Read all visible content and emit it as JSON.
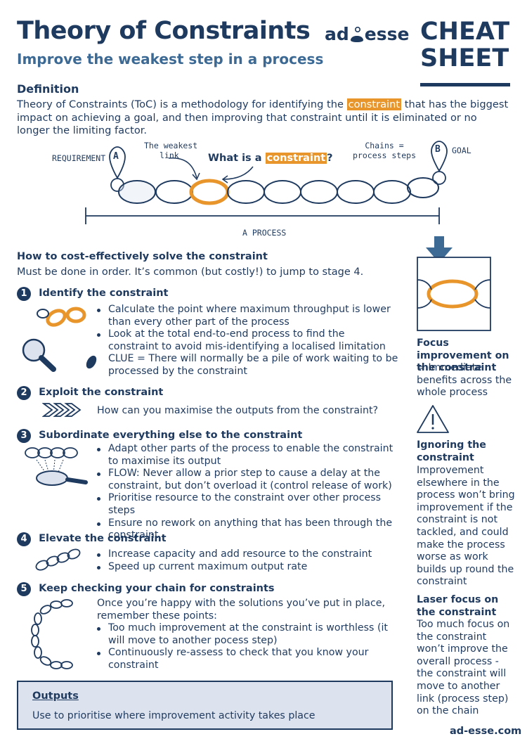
{
  "header": {
    "title": "Theory of Constraints",
    "subtitle": "Improve the weakest step in a process",
    "logo_left": "ad",
    "logo_right": "esse",
    "cheat_line1": "CHEAT",
    "cheat_line2": "SHEET"
  },
  "definition": {
    "heading": "Definition",
    "text_before": "Theory of Constraints (ToC) is a methodology for identifying the ",
    "highlight": "constraint",
    "text_after": " that has the biggest impact on achieving a goal, and then improving that constraint until it is eliminated or no longer the limiting factor."
  },
  "diagram": {
    "requirement": "REQUIREMENT",
    "point_a": "A",
    "point_b": "B",
    "goal": "GOAL",
    "weakest_link": [
      "The weakest",
      "link"
    ],
    "question_before": "What is a ",
    "question_highlight": "constraint",
    "question_after": "?",
    "chains": [
      "Chains =",
      "process steps"
    ],
    "process": "A PROCESS"
  },
  "solve": {
    "heading": "How to cost-effectively solve the constraint",
    "intro": "Must be done in order. It’s common (but costly!) to jump to stage 4."
  },
  "steps": [
    {
      "num": "1",
      "title": "Identify the constraint",
      "bullets": [
        "Calculate the point where maximum throughput is lower than every other part of the process",
        "Look at the total end-to-end process to find the constraint to avoid mis-identifying a localised limitation"
      ],
      "clue": "CLUE = There will normally be a pile of work waiting to be processed by the constraint"
    },
    {
      "num": "2",
      "title": "Exploit the constraint",
      "text": "How can you maximise the outputs from the constraint?"
    },
    {
      "num": "3",
      "title": "Subordinate everything else to the constraint",
      "bullets": [
        "Adapt other parts of the process to enable the constraint to maximise its output",
        "FLOW: Never allow a prior step to cause a delay at the constraint, but don’t overload it (control release of work)",
        "Prioritise resource to the constraint over other process steps",
        "Ensure no rework on anything that has been through the constraint"
      ]
    },
    {
      "num": "4",
      "title": "Elevate the constraint",
      "bullets": [
        "Increase capacity and add resource to the constraint",
        "Speed up current maximum output rate"
      ]
    },
    {
      "num": "5",
      "title": "Keep checking your chain for constraints",
      "intro": "Once you’re happy with the solutions you’ve put in place, remember these points:",
      "bullets": [
        "Too much improvement at the constraint is worthless (it will move to another pocess step)",
        "Continuously re-assess to check that you know your constraint"
      ]
    }
  ],
  "sidebar": {
    "focus_heading": "Focus improvement on the constraint",
    "focus_text": "= Immediate benefits across the whole process",
    "ignoring_heading": "Ignoring the constraint",
    "ignoring_text": "Improvement elsewhere in the process won’t bring improvement if the constraint is not tackled, and could make the process worse as work builds up round the constraint",
    "laser_heading": "Laser focus on the constraint",
    "laser_text": "Too much focus on the constraint won’t improve the overall process - the constraint will move to another link (process step) on the chain"
  },
  "outputs": {
    "heading": "Outputs",
    "text": "Use to prioritise where improvement activity takes place"
  },
  "footer": {
    "url": "ad-esse.com"
  },
  "colors": {
    "navy": "#1f3a5f",
    "orange": "#e8952b",
    "chain_fill": "#dde3ee",
    "box_fill": "#dde3ee"
  }
}
